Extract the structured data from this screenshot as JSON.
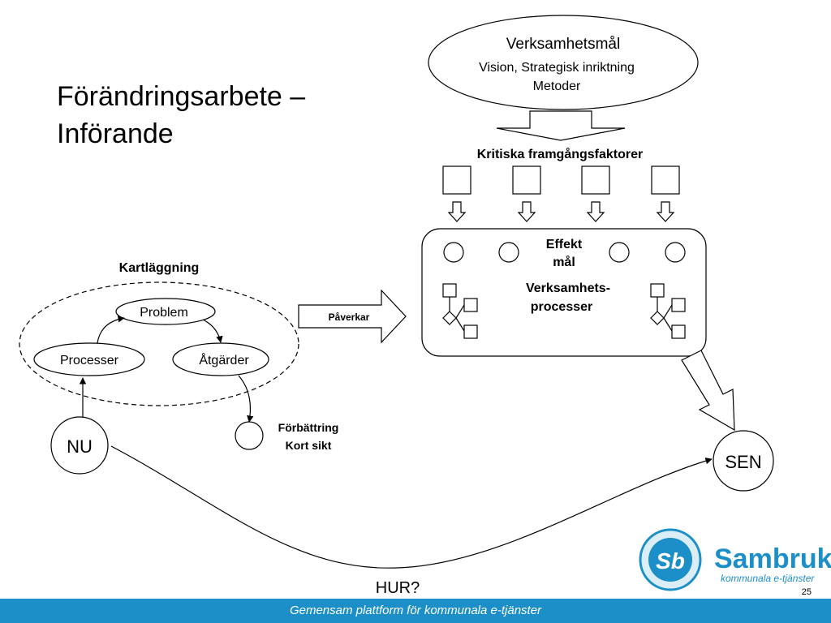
{
  "title_line1": "Förändringsarbete –",
  "title_line2": "Införande",
  "goal": {
    "title": "Verksamhetsmål",
    "line2": "Vision, Strategisk inriktning",
    "line3": "Metoder"
  },
  "csf_label": "Kritiska framgångsfaktorer",
  "effect_label_line1": "Effekt",
  "effect_label_line2": "mål",
  "process_label_line1": "Verksamhets-",
  "process_label_line2": "processer",
  "mapping_label": "Kartläggning",
  "nodes": {
    "problem": "Problem",
    "processer": "Processer",
    "atgarder": "Åtgärder"
  },
  "affects_label": "Påverkar",
  "improvement_line1": "Förbättring",
  "improvement_line2": "Kort sikt",
  "now_label": "NU",
  "later_label": "SEN",
  "how_label": "HUR?",
  "logo": {
    "monogram": "Sb",
    "name": "Sambruk",
    "tagline": "kommunala e-tjänster",
    "color": "#1d8fc8"
  },
  "footer_text": "Gemensam plattform för kommunala e-tjänster",
  "page_number": "25"
}
